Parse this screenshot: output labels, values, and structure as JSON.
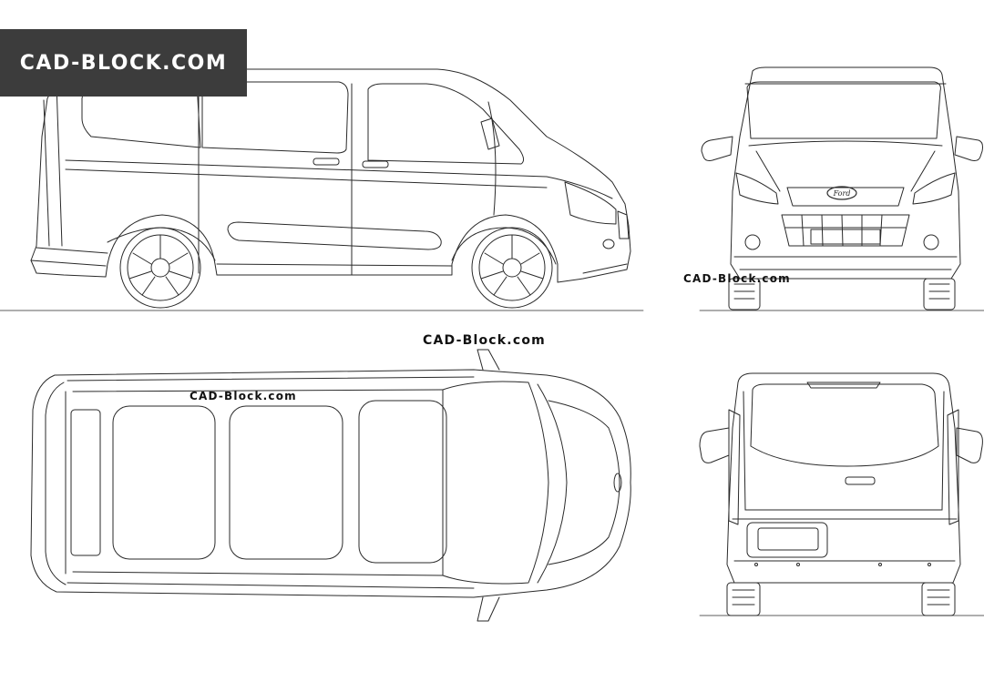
{
  "header": {
    "banner_text": "CAD-BLOCK.COM"
  },
  "watermarks": {
    "top_center": "CAD-Block.com",
    "front_view": "CAD-Block.com",
    "plan_view": "CAD-Block.com"
  },
  "front_view": {
    "badge_text": "Ford"
  },
  "colors": {
    "banner_bg": "#3c3c3c",
    "banner_text": "#ffffff",
    "line": "#2a2a2a",
    "background": "#ffffff"
  }
}
